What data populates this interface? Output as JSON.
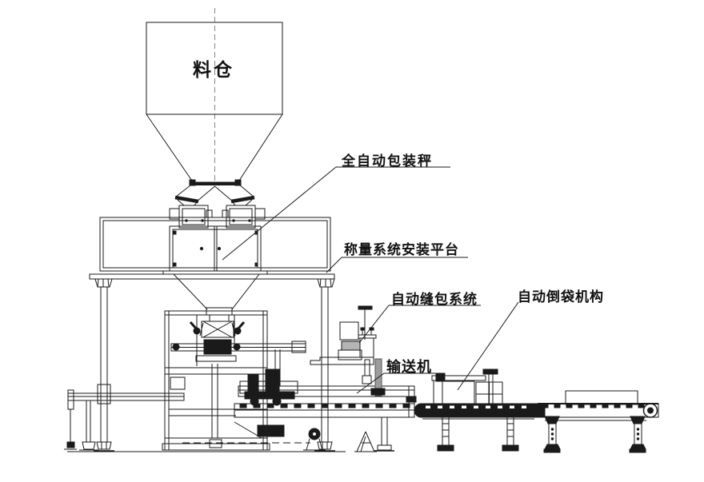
{
  "diagram": {
    "background": "#ffffff",
    "line_color": "#1a1a1a",
    "labels": {
      "silo": "料仓",
      "packing_scale": "全自动包装秤",
      "platform": "称量系统安装平台",
      "sewing_system": "自动缝包系统",
      "conveyor": "输送机",
      "bag_dump": "自动倒袋机构"
    }
  }
}
